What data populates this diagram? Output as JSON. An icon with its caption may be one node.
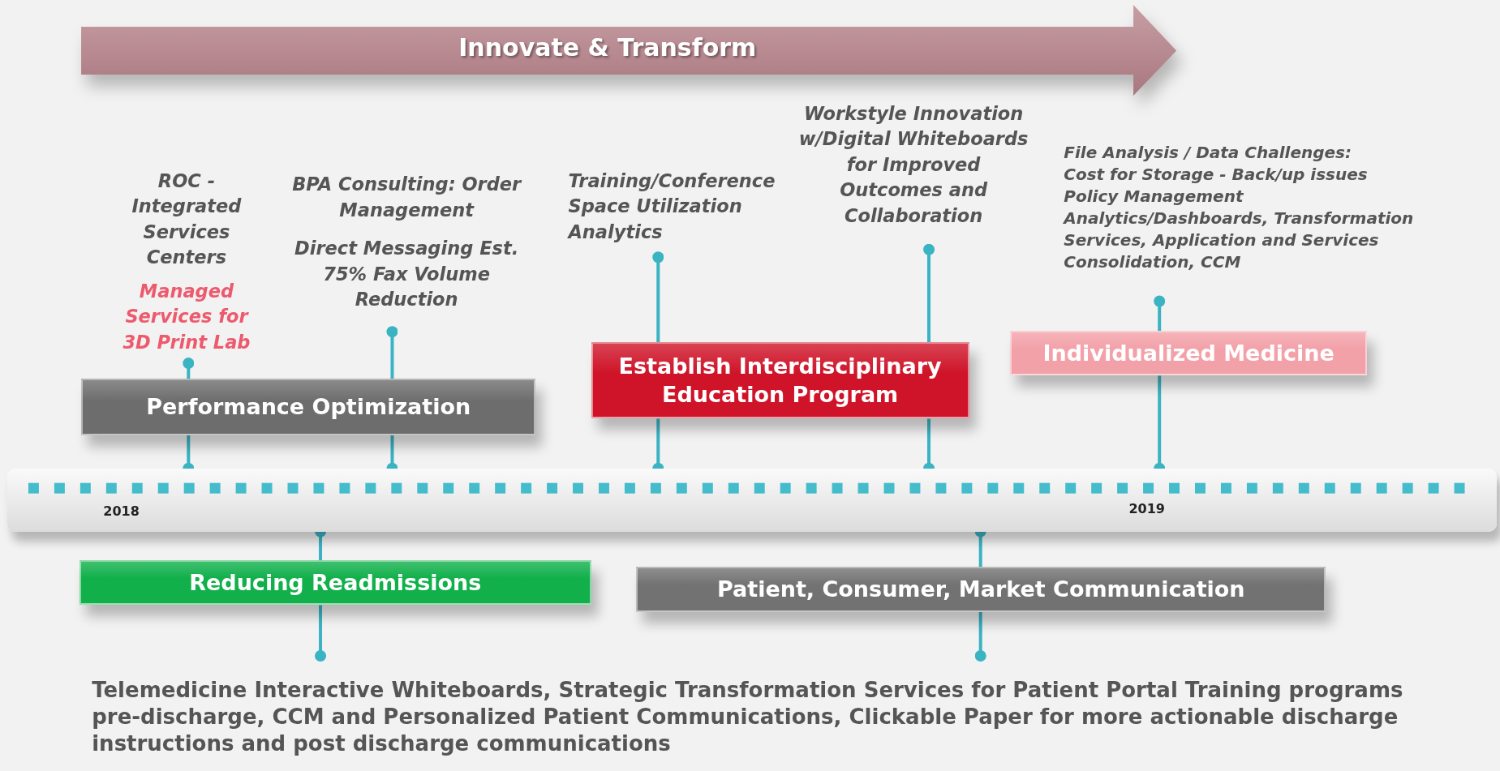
{
  "diagram": {
    "nodes": [
      {
        "text": [
          "Innovate & Transform"
        ]
      },
      {
        "text": [
          "ROC - Integrated Services Centers",
          "Managed Services for 3D Print Lab"
        ]
      },
      {
        "text": [
          "BPA Consulting: Order Management",
          "Direct Messaging Est. 75% Fax Volume Reduction"
        ]
      },
      {
        "text": [
          "Training/Conference Space Utilization Analytics"
        ]
      },
      {
        "text": [
          "Workstyle Innovation w/Digital Whiteboards for Improved Outcomes and Collaboration"
        ]
      },
      {
        "text": [
          "File Analysis / Data Challenges:",
          "Cost for Storage - Back/up issues Policy Management Analytics/Dashboards, Transformation Services, Application and Services Consolidation, CCM"
        ]
      },
      {
        "text": [
          "Performance Optimization"
        ]
      },
      {
        "text": [
          "Establish Interdisciplinary Education Program"
        ]
      },
      {
        "text": [
          "Individualized Medicine"
        ]
      },
      {
        "text": [
          "2018",
          "2019"
        ]
      },
      {
        "text": [
          "Reducing Readmissions"
        ]
      },
      {
        "text": [
          "Patient, Consumer, Market Communication"
        ]
      },
      {
        "text": [
          "Telemedicine Interactive Whiteboards,  Strategic Transformation Services for Patient Portal Training programs pre-discharge, CCM and Personalized Patient Communications,  Clickable Paper for more actionable discharge instructions and post discharge communications"
        ]
      }
    ],
    "edges": [
      {
        "from": 1,
        "to": 6,
        "arrow": "other"
      },
      {
        "from": 9,
        "to": 6,
        "arrow": "other"
      },
      {
        "from": 2,
        "to": 6,
        "arrow": "other"
      },
      {
        "from": 9,
        "to": 6,
        "arrow": "other"
      },
      {
        "from": 3,
        "to": 7,
        "arrow": "other"
      },
      {
        "from": 9,
        "to": 7,
        "arrow": "other"
      },
      {
        "from": 4,
        "to": 7,
        "arrow": "other"
      },
      {
        "from": 9,
        "to": 7,
        "arrow": "other"
      },
      {
        "from": 5,
        "to": 8,
        "arrow": "other"
      },
      {
        "from": 9,
        "to": 8,
        "arrow": "other"
      },
      {
        "from": 9,
        "to": 10,
        "arrow": "other"
      },
      {
        "from": 12,
        "to": 10,
        "arrow": "other"
      },
      {
        "from": 9,
        "to": 11,
        "arrow": "other"
      },
      {
        "from": 12,
        "to": 11,
        "arrow": "other"
      }
    ]
  }
}
